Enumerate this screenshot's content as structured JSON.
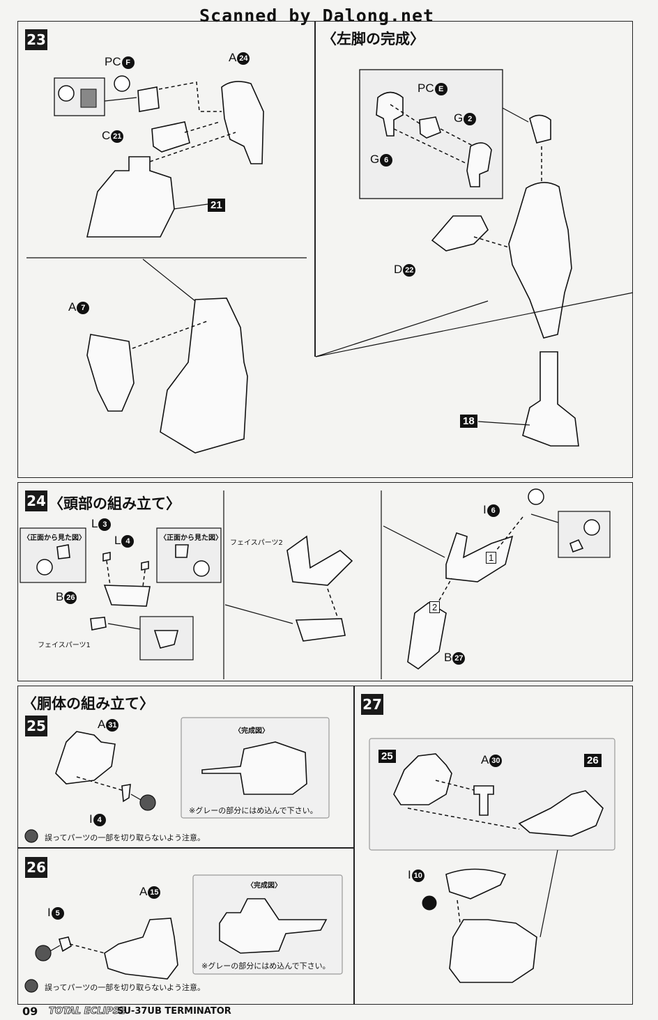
{
  "watermark": "Scanned by Dalong.net",
  "step23": {
    "number": "23",
    "labels": {
      "pc": "PC",
      "pc_num": "F",
      "a_top": "A",
      "a_top_num": "24",
      "c": "C",
      "c_num": "21",
      "ref": "21",
      "a_low": "A",
      "a_low_num": "7"
    }
  },
  "left_leg": {
    "title": "〈左脚の完成〉",
    "labels": {
      "pc": "PC",
      "pc_num": "E",
      "g2": "G",
      "g2_num": "2",
      "g6": "G",
      "g6_num": "6",
      "d": "D",
      "d_num": "22",
      "ref": "18"
    }
  },
  "step24": {
    "number": "24",
    "title": "〈頭部の組み立て〉",
    "front_view_left": "〈正面から見た図〉",
    "front_view_right": "〈正面から見た図〉",
    "labels": {
      "l3": "L",
      "l3_num": "3",
      "l4": "L",
      "l4_num": "4",
      "b26": "B",
      "b26_num": "26",
      "face1": "フェイスパーツ1",
      "face2": "フェイスパーツ2",
      "i6": "I",
      "i6_num": "6",
      "step1": "1",
      "step2": "2",
      "b27": "B",
      "b27_num": "27"
    }
  },
  "torso": {
    "title": "〈胴体の組み立て〉",
    "step25": {
      "number": "25",
      "a": "A",
      "a_num": "31",
      "i": "I",
      "i_num": "4",
      "complete": "〈完成図〉",
      "gray_note": "※グレーの部分にはめ込んで下さい。",
      "warning": "誤ってパーツの一部を切り取らないよう注意。"
    },
    "step26": {
      "number": "26",
      "a": "A",
      "a_num": "15",
      "i": "I",
      "i_num": "5",
      "complete": "〈完成図〉",
      "gray_note": "※グレーの部分にはめ込んで下さい。",
      "warning": "誤ってパーツの一部を切り取らないよう注意。"
    }
  },
  "step27": {
    "number": "27",
    "labels": {
      "ref25": "25",
      "a": "A",
      "a_num": "30",
      "ref26": "26",
      "i": "I",
      "i_num": "10"
    }
  },
  "footer": {
    "page": "09",
    "series": "TOTAL ECLIPSE",
    "model": "SU-37UB TERMINATOR"
  }
}
